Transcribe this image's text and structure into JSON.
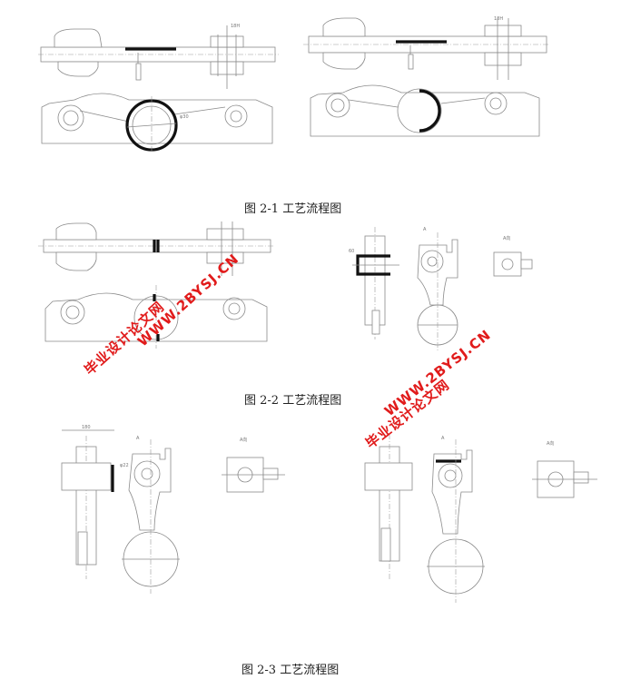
{
  "captions": {
    "fig1": "图 2-1 工艺流程图",
    "fig2": "图 2-2 工艺流程图",
    "fig3": "图 2-3 工艺流程图"
  },
  "watermarks": {
    "site_a": "WWW.2BYSJ.CN",
    "label_a": "毕业设计论文网",
    "site_b": "WWW.2BYSJ.CN",
    "label_b": "毕业设计论文网"
  },
  "drawing_labels": {
    "section_a": "A",
    "view_a": "A向"
  },
  "colors": {
    "watermark": "#e11b1b",
    "line": "#8a8a8a",
    "processed_surface": "#111111"
  }
}
